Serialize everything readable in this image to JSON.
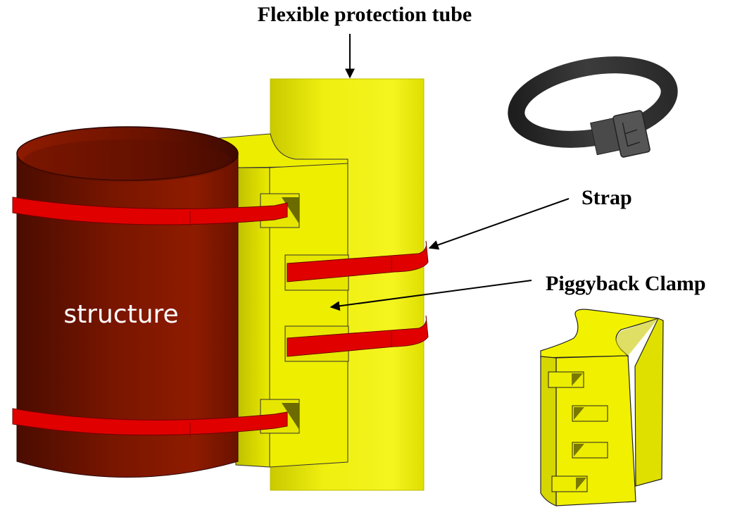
{
  "figure": {
    "labels": {
      "tube": "Flexible protection tube",
      "strap": "Strap",
      "clamp": "Piggyback Clamp",
      "structure": "structure"
    },
    "colors": {
      "structure": "#7a1500",
      "structure_light": "#8f1a00",
      "structure_dark": "#4a0c00",
      "tube": "#ecec00",
      "tube_shade": "#c8c800",
      "clamp": "#f2f200",
      "strap": "#e00000",
      "strap_dark": "#b00000",
      "cable_tie": "#3a3a3a",
      "outline": "#222222"
    },
    "components": [
      {
        "id": "structure",
        "description": "Dark red cylindrical structure"
      },
      {
        "id": "tube",
        "description": "Yellow flexible protection tube"
      },
      {
        "id": "clamp",
        "description": "Yellow piggyback clamp with strap slots"
      },
      {
        "id": "strap",
        "description": "Red straps (4) around structure and tube"
      },
      {
        "id": "cable-tie-photo",
        "description": "Black strap / cable tie"
      },
      {
        "id": "clamp-detail",
        "description": "Isolated piggyback clamp view"
      }
    ]
  }
}
